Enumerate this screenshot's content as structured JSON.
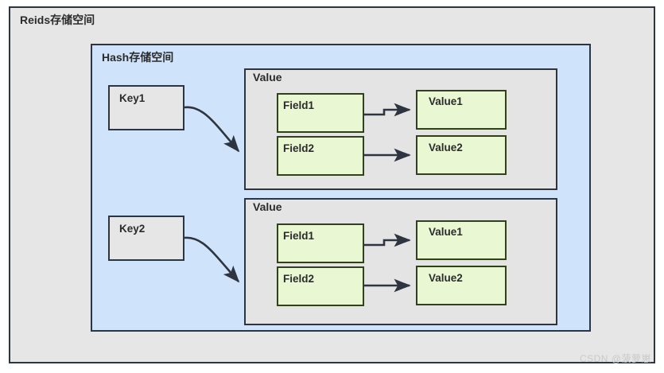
{
  "diagram": {
    "outer": {
      "title": "Reids存储空间",
      "bg_color": "#e6e6e6",
      "border_color": "#2e3440"
    },
    "hash_space": {
      "title": "Hash存储空间",
      "bg_color": "#cfe4fb",
      "border_color": "#2e3440"
    },
    "entries": [
      {
        "key_label": "Key1",
        "value_title": "Value",
        "pairs": [
          {
            "field": "Field1",
            "value": "Value1"
          },
          {
            "field": "Field2",
            "value": "Value2"
          }
        ]
      },
      {
        "key_label": "Key2",
        "value_title": "Value",
        "pairs": [
          {
            "field": "Field1",
            "value": "Value1"
          },
          {
            "field": "Field2",
            "value": "Value2"
          }
        ]
      }
    ],
    "colors": {
      "field_fill": "#e9f8d3",
      "field_border": "#314119",
      "key_fill": "#e6e6e6",
      "value_fill": "#e4e4e4",
      "arrow": "#2e3440"
    }
  },
  "watermark": {
    "text": "CSDN @菠萝崽"
  }
}
